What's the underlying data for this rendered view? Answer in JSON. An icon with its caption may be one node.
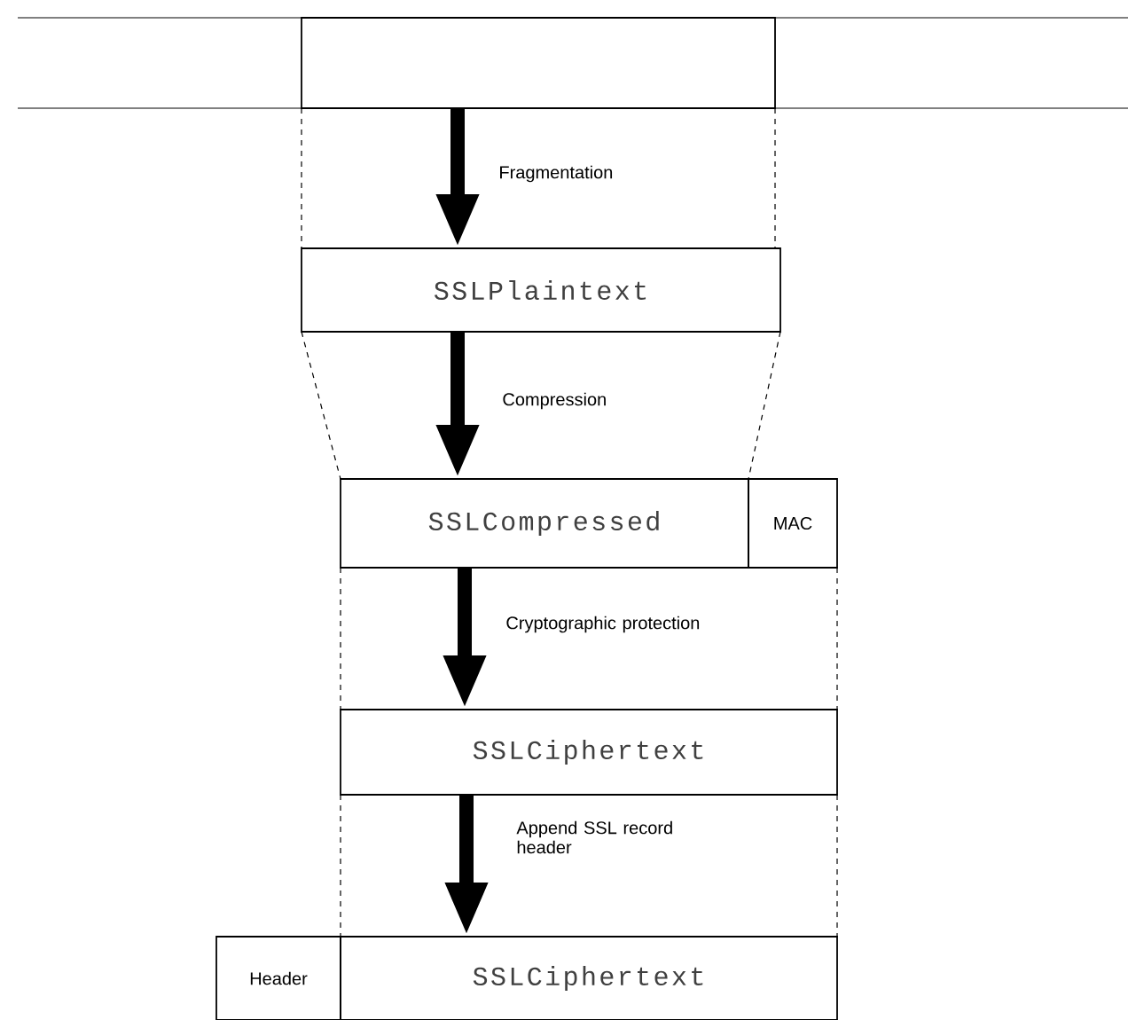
{
  "diagram": {
    "nodes": [
      {
        "text": [],
        "shape": "box"
      },
      {
        "text": [
          "SSLPlaintext"
        ]
      },
      {
        "text": [
          "SSLCompressed"
        ]
      },
      {
        "text": [
          "MAC"
        ]
      },
      {
        "text": [
          "SSLCiphertext"
        ]
      },
      {
        "text": [
          "Header"
        ]
      },
      {
        "text": [
          "SSLCiphertext"
        ]
      }
    ],
    "edges": [
      {
        "from": 0,
        "to": 1,
        "arrow": "to",
        "label": "Fragmentation"
      },
      {
        "from": 1,
        "to": 2,
        "arrow": "to",
        "label": "Compression"
      },
      {
        "from": 2,
        "to": 4,
        "arrow": "to",
        "label": "Cryptographic protection"
      },
      {
        "from": 4,
        "to": 6,
        "arrow": "to",
        "label": "Append SSL record header"
      }
    ]
  }
}
